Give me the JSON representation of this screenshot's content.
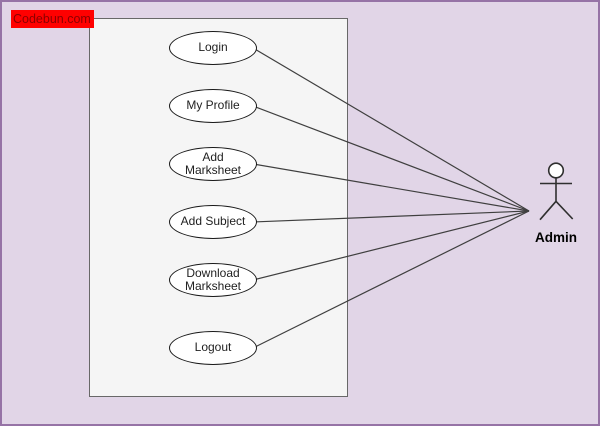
{
  "watermark": {
    "text": "Codebun.com",
    "bg_color": "#ff0000",
    "text_color": "#8b0000"
  },
  "diagram": {
    "type": "uml-use-case",
    "actor": {
      "name": "Admin"
    },
    "use_cases": [
      {
        "label": "Login"
      },
      {
        "label": "My Profile"
      },
      {
        "label": "Add Marksheet"
      },
      {
        "label": "Add Subject"
      },
      {
        "label": "Download Marksheet"
      },
      {
        "label": "Logout"
      }
    ],
    "connections": [
      {
        "from": "Login",
        "to": "Admin"
      },
      {
        "from": "My Profile",
        "to": "Admin"
      },
      {
        "from": "Add Marksheet",
        "to": "Admin"
      },
      {
        "from": "Add Subject",
        "to": "Admin"
      },
      {
        "from": "Download Marksheet",
        "to": "Admin"
      },
      {
        "from": "Logout",
        "to": "Admin"
      }
    ]
  },
  "colors": {
    "canvas_background": "#e1d5e7",
    "canvas_border": "#9673a6",
    "boundary_fill": "#f5f5f5",
    "boundary_stroke": "#686868",
    "shape_fill": "#ffffff",
    "shape_stroke": "#1a1a1a",
    "connector_stroke": "#3f3f3f"
  }
}
